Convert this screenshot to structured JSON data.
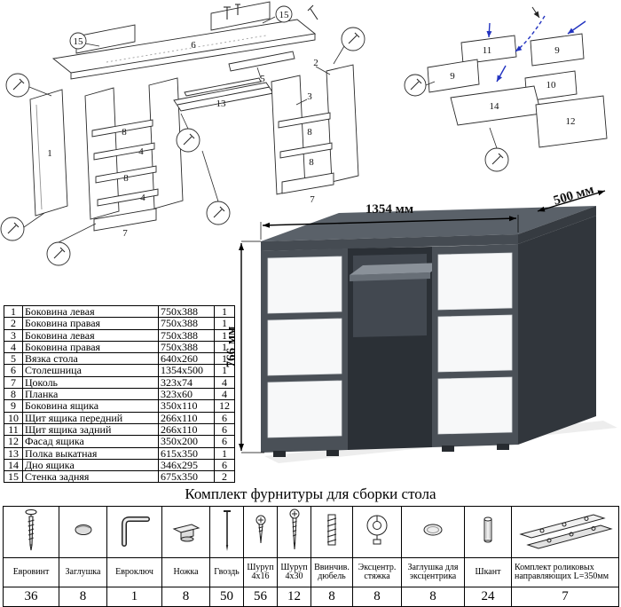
{
  "dimensions": {
    "width": "1354 мм",
    "depth": "500 мм",
    "height": "766 мм"
  },
  "parts": {
    "rows": [
      {
        "num": "1",
        "name": "Боковина левая",
        "size": "750x388",
        "qty": "1"
      },
      {
        "num": "2",
        "name": "Боковина правая",
        "size": "750x388",
        "qty": "1"
      },
      {
        "num": "3",
        "name": "Боковина левая",
        "size": "750x388",
        "qty": "1"
      },
      {
        "num": "4",
        "name": "Боковина правая",
        "size": "750x388",
        "qty": "1"
      },
      {
        "num": "5",
        "name": "Вязка стола",
        "size": "640x260",
        "qty": "1"
      },
      {
        "num": "6",
        "name": "Столешница",
        "size": "1354x500",
        "qty": "1"
      },
      {
        "num": "7",
        "name": "Цоколь",
        "size": "323x74",
        "qty": "4"
      },
      {
        "num": "8",
        "name": "Планка",
        "size": "323x60",
        "qty": "4"
      },
      {
        "num": "9",
        "name": "Боковина ящика",
        "size": "350x110",
        "qty": "12"
      },
      {
        "num": "10",
        "name": "Щит ящика передний",
        "size": "266x110",
        "qty": "6"
      },
      {
        "num": "11",
        "name": "Щит ящика задний",
        "size": "266x110",
        "qty": "6"
      },
      {
        "num": "12",
        "name": "Фасад ящика",
        "size": "350x200",
        "qty": "6"
      },
      {
        "num": "13",
        "name": "Полка выкатная",
        "size": "615x350",
        "qty": "1"
      },
      {
        "num": "14",
        "name": "Дно ящика",
        "size": "346x295",
        "qty": "6"
      },
      {
        "num": "15",
        "name": "Стенка задняя",
        "size": "675x350",
        "qty": "2"
      }
    ]
  },
  "hardware": {
    "title": "Комплект фурнитуры для сборки стола",
    "items": [
      {
        "name": "Евровинт",
        "qty": "36",
        "icon": "euroscrew-icon"
      },
      {
        "name": "Заглушка",
        "qty": "8",
        "icon": "plug-icon"
      },
      {
        "name": "Евроключ",
        "qty": "1",
        "icon": "hex-key-icon"
      },
      {
        "name": "Ножка",
        "qty": "8",
        "icon": "leg-icon"
      },
      {
        "name": "Гвоздь",
        "qty": "50",
        "icon": "nail-icon"
      },
      {
        "name": "Шуруп 4х16",
        "qty": "56",
        "icon": "screw-short-icon"
      },
      {
        "name": "Шуруп 4х30",
        "qty": "12",
        "icon": "screw-long-icon"
      },
      {
        "name": "Ввинчив. дюбель",
        "qty": "8",
        "icon": "dowel-screw-icon"
      },
      {
        "name": "Эксцентр. стяжка",
        "qty": "8",
        "icon": "cam-lock-icon"
      },
      {
        "name": "Заглушка для эксцентрика",
        "qty": "8",
        "icon": "cam-cover-icon"
      },
      {
        "name": "Шкант",
        "qty": "24",
        "icon": "wood-dowel-icon"
      },
      {
        "name": "Комплект роликовых направляющих L=350мм",
        "qty": "7",
        "icon": "drawer-slide-icon"
      }
    ]
  },
  "diagram_left": {
    "labels": [
      "15",
      "6",
      "15",
      "2",
      "5",
      "3",
      "1",
      "8",
      "4",
      "8",
      "4",
      "7",
      "13",
      "8",
      "8",
      "7"
    ]
  },
  "diagram_right": {
    "labels": [
      "11",
      "9",
      "9",
      "10",
      "14",
      "12"
    ]
  }
}
